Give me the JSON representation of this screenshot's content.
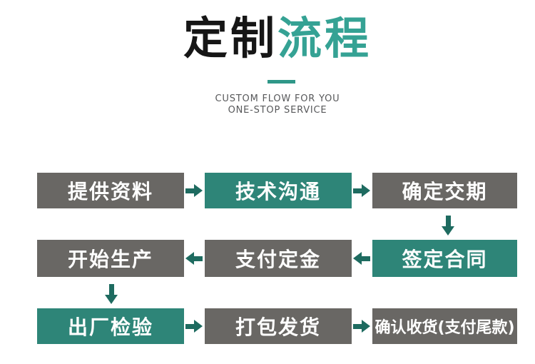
{
  "colors": {
    "accent_teal": "#2e8578",
    "title_teal": "#35a294",
    "box_gray": "#696764",
    "arrow_teal": "#1e6b60",
    "title_black": "#161616",
    "subtitle_gray": "#57585a",
    "box_text": "#ffffff",
    "background": "#ffffff"
  },
  "header": {
    "title_primary": "定制",
    "title_accent": "流程",
    "subtitle_line1": "CUSTOM FLOW FOR YOU",
    "subtitle_line2": "ONE-STOP SERVICE"
  },
  "flow": {
    "step_order": [
      "提供资料",
      "技术沟通",
      "确定交期",
      "签定合同",
      "支付定金",
      "开始生产",
      "出厂检验",
      "打包发货",
      "确认收货(支付尾款)"
    ],
    "rows": [
      {
        "direction": "right",
        "boxes": [
          {
            "label": "提供资料",
            "variant": "gray"
          },
          {
            "label": "技术沟通",
            "variant": "teal"
          },
          {
            "label": "确定交期",
            "variant": "gray"
          }
        ]
      },
      {
        "direction": "left",
        "boxes": [
          {
            "label": "开始生产",
            "variant": "gray"
          },
          {
            "label": "支付定金",
            "variant": "gray"
          },
          {
            "label": "签定合同",
            "variant": "teal"
          }
        ]
      },
      {
        "direction": "right",
        "boxes": [
          {
            "label": "出厂检验",
            "variant": "teal"
          },
          {
            "label": "打包发货",
            "variant": "gray"
          },
          {
            "label": "确认收货(支付尾款)",
            "variant": "gray"
          }
        ]
      }
    ]
  }
}
